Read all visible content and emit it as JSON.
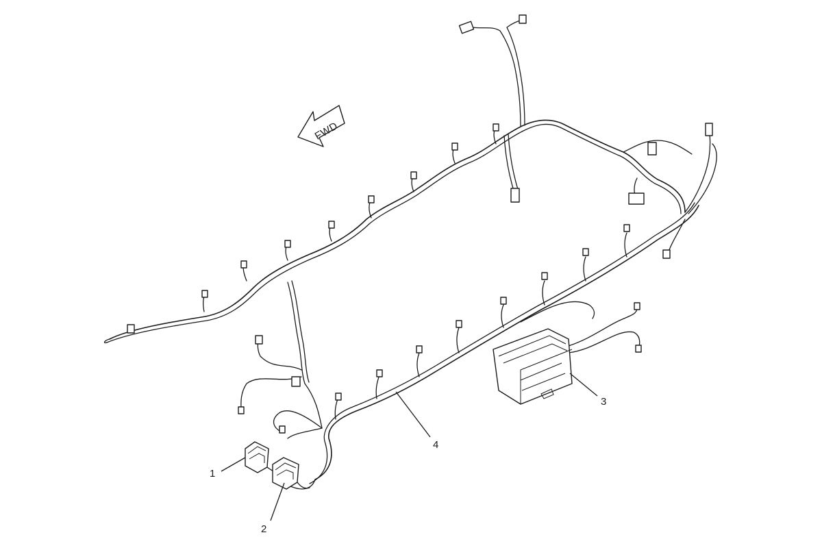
{
  "direction_arrow": {
    "label": "FWD"
  },
  "callouts": [
    {
      "id": "1",
      "label": "1"
    },
    {
      "id": "2",
      "label": "2"
    },
    {
      "id": "3",
      "label": "3"
    },
    {
      "id": "4",
      "label": "4"
    }
  ]
}
